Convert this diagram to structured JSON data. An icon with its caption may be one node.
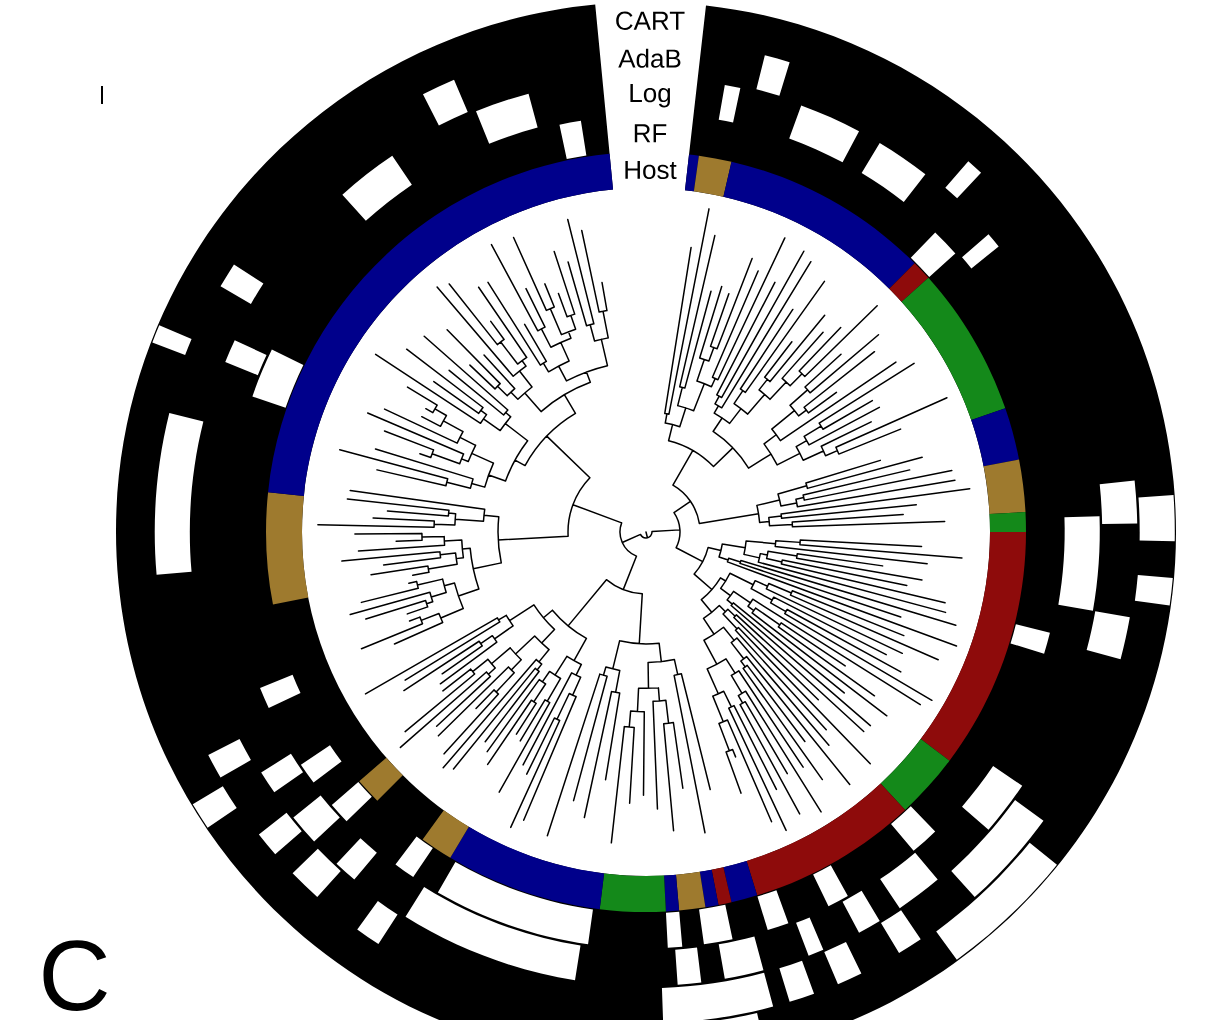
{
  "diagram": {
    "labels": [
      "CART",
      "AdaB",
      "Log",
      "RF",
      "Host",
      "C"
    ]
  }
}
